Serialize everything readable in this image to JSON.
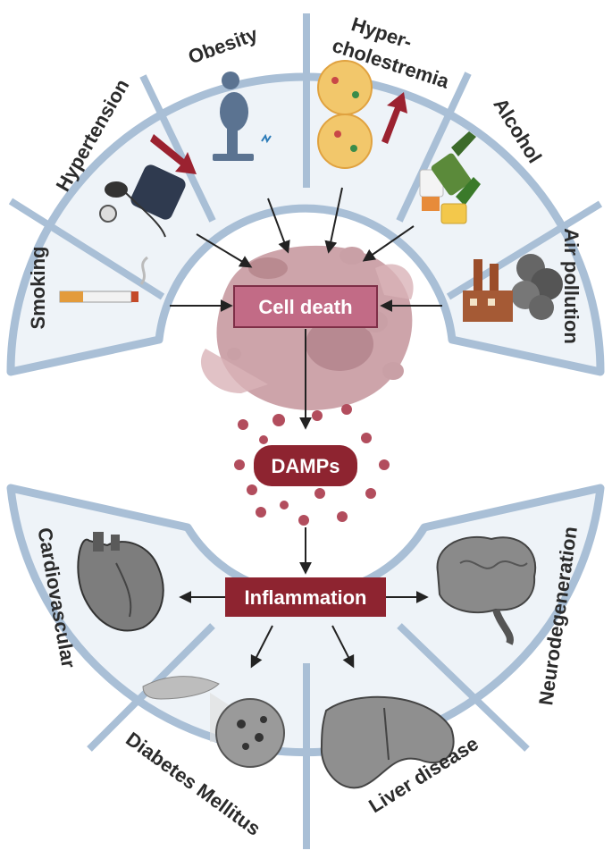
{
  "risk_factors": [
    {
      "label": "Smoking"
    },
    {
      "label": "Hypertension"
    },
    {
      "label": "Obesity"
    },
    {
      "label_line1": "Hyper-",
      "label_line2": "cholestremia"
    },
    {
      "label": "Alcohol"
    },
    {
      "label": "Air pollution"
    }
  ],
  "center": {
    "cell_death": "Cell death",
    "damps": "DAMPs",
    "inflammation": "Inflammation"
  },
  "diseases": [
    {
      "label": "Cardiovascular"
    },
    {
      "label": "Diabetes Mellitus"
    },
    {
      "label": "Liver disease"
    },
    {
      "label": "Neurodegeneration"
    }
  ],
  "colors": {
    "ring_fill": "#eef3f8",
    "ring_border": "#a9bfd6",
    "cell_death_box": "#c26b86",
    "damps_box": "#8e2430",
    "inflammation_box": "#8e2430",
    "cell": "#c4949b",
    "damp_particle": "#b24d5d"
  }
}
